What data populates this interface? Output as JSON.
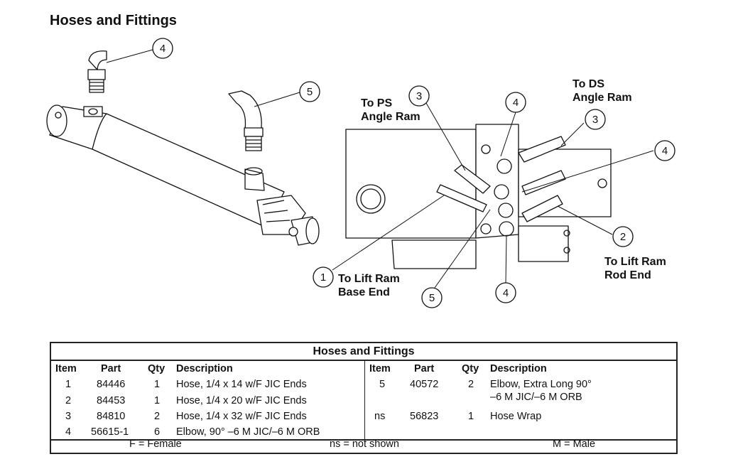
{
  "page_title": "Hoses and Fittings",
  "diagram": {
    "labels": {
      "to_ps_angle_ram": [
        "To PS",
        "Angle Ram"
      ],
      "to_ds_angle_ram": [
        "To DS",
        "Angle Ram"
      ],
      "to_lift_ram_base": [
        "To Lift Ram",
        "Base End"
      ],
      "to_lift_ram_rod": [
        "To Lift Ram",
        "Rod End"
      ]
    },
    "callouts": [
      "4",
      "5",
      "3",
      "4",
      "3",
      "4",
      "2",
      "1",
      "5",
      "4"
    ]
  },
  "table": {
    "title": "Hoses and Fittings",
    "headers": {
      "item": "Item",
      "part": "Part",
      "qty": "Qty",
      "description": "Description"
    },
    "left_rows": [
      {
        "item": "1",
        "part": "84446",
        "qty": "1",
        "description": "Hose, 1/4 x 14 w/F JIC Ends"
      },
      {
        "item": "2",
        "part": "84453",
        "qty": "1",
        "description": "Hose, 1/4 x 20 w/F JIC Ends"
      },
      {
        "item": "3",
        "part": "84810",
        "qty": "2",
        "description": "Hose, 1/4 x 32 w/F JIC Ends"
      },
      {
        "item": "4",
        "part": "56615-1",
        "qty": "6",
        "description": "Elbow, 90° –6 M JIC/–6 M ORB"
      }
    ],
    "right_rows": [
      {
        "item": "5",
        "part": "40572",
        "qty": "2",
        "description": "Elbow, Extra Long 90°",
        "description2": "–6 M JIC/–6 M ORB"
      },
      {
        "item": "ns",
        "part": "56823",
        "qty": "1",
        "description": "Hose Wrap"
      }
    ],
    "footer": {
      "female": "F = Female",
      "not_shown": "ns = not shown",
      "male": "M = Male"
    }
  }
}
